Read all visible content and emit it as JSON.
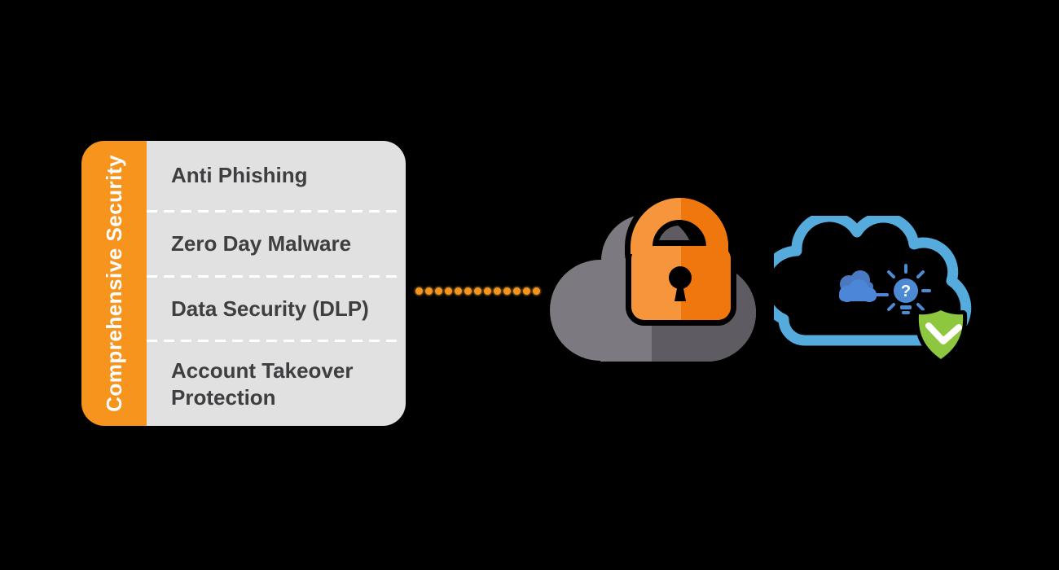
{
  "security_card": {
    "sidebar_label": "Comprehensive Security",
    "items": [
      "Anti Phishing",
      "Zero Day Malware",
      "Data Security (DLP)",
      "Account Takeover Protection"
    ]
  },
  "connector": {
    "dot_count": 13
  },
  "icons": {
    "secure_cloud": "gray-cloud-with-orange-padlock",
    "scan_cloud": "blue-outline-cloud-with-scan-and-shield",
    "bulb_question_mark": "?"
  },
  "colors": {
    "background": "#000000",
    "sidebar_orange": "#F7941E",
    "panel_gray": "#E2E1E1",
    "item_text": "#3F3E41",
    "separator_white": "#FFFFFF",
    "dot_orange": "#F7941E",
    "cloud_gray_light": "#7C7A80",
    "cloud_gray_dark": "#5E5C62",
    "lock_orange_light": "#F6953C",
    "lock_orange_dark": "#F0770E",
    "scan_cloud_outline": "#54ABDC",
    "mini_cloud_back": "#4B79C0",
    "mini_cloud_front": "#4C86D8",
    "bulb_blue": "#4C8AD4",
    "shield_green": "#8DC63F",
    "check_white": "#FFFFFF"
  }
}
